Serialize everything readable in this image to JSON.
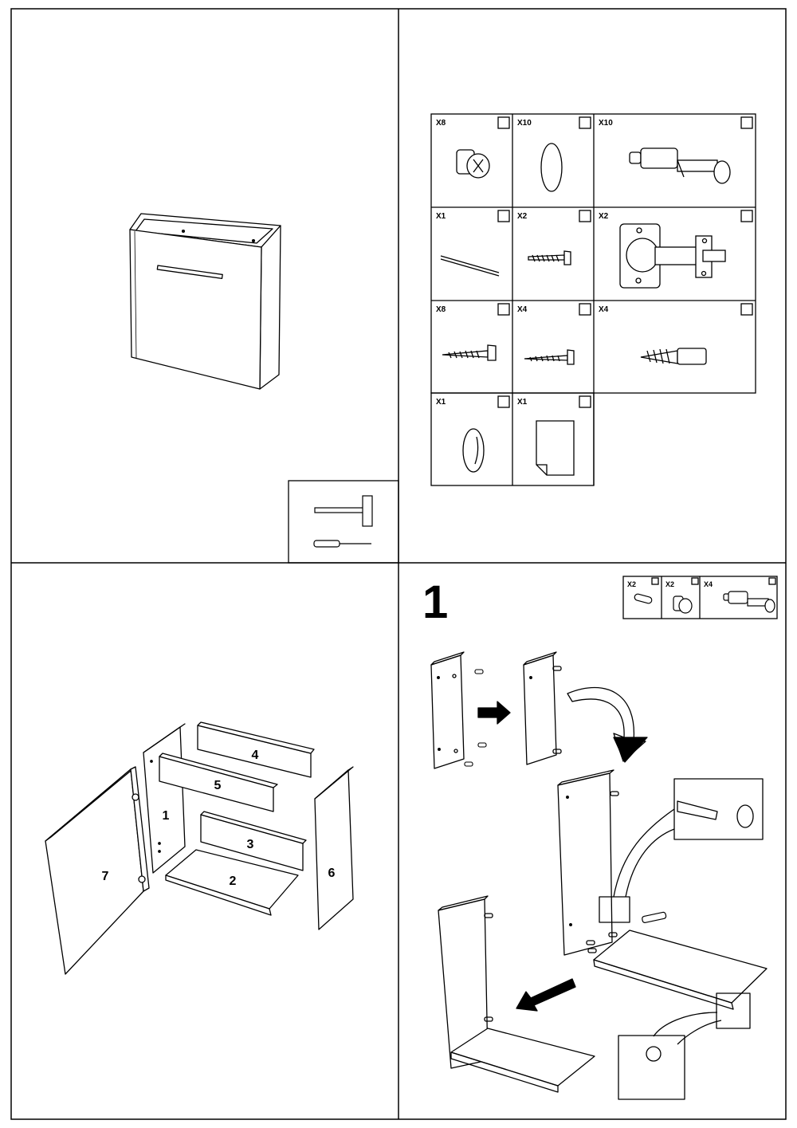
{
  "hardware": [
    {
      "qty": "X8",
      "icon": "cam-lock-icon"
    },
    {
      "qty": "X10",
      "icon": "wooden-dowel-icon"
    },
    {
      "qty": "X10",
      "icon": "cam-bolt-icon"
    },
    {
      "qty": "X1",
      "icon": "rod-icon"
    },
    {
      "qty": "X2",
      "icon": "short-screw-icon"
    },
    {
      "qty": "X2",
      "icon": "hinge-icon"
    },
    {
      "qty": "X8",
      "icon": "screw-icon"
    },
    {
      "qty": "X4",
      "icon": "long-screw-icon"
    },
    {
      "qty": "X4",
      "icon": "wall-plug-icon"
    },
    {
      "qty": "X1",
      "icon": "knob-icon"
    },
    {
      "qty": "X1",
      "icon": "sticker-sheet-icon"
    }
  ],
  "tools": [
    "hammer-icon",
    "screwdriver-icon"
  ],
  "parts": [
    "1",
    "2",
    "3",
    "4",
    "5",
    "6",
    "7"
  ],
  "step": {
    "number": "1",
    "hardware": [
      {
        "qty": "X2",
        "icon": "wooden-dowel-icon"
      },
      {
        "qty": "X2",
        "icon": "cam-lock-icon"
      },
      {
        "qty": "X4",
        "icon": "cam-bolt-icon"
      }
    ]
  }
}
